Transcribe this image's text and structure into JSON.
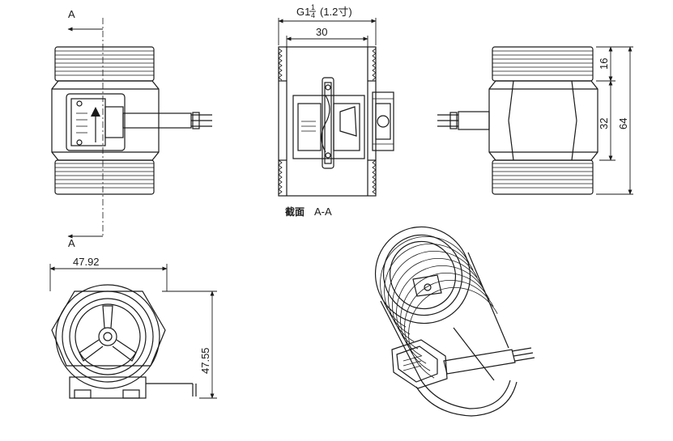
{
  "views": {
    "front": {
      "section_mark_top": "A",
      "section_mark_bottom": "A"
    },
    "section": {
      "thread_spec_main": "G1",
      "thread_spec_fraction_num": "1",
      "thread_spec_fraction_den": "4",
      "thread_spec_inch": "(1.2寸)",
      "inner_width": "30",
      "caption_cn": "截面",
      "caption_label": "A-A"
    },
    "side": {
      "dim_thread_length": "16",
      "dim_body_length": "32",
      "dim_total_length": "64"
    },
    "end": {
      "dim_width": "47.92",
      "dim_height": "47.55"
    }
  },
  "colors": {
    "line": "#1a1a1a",
    "background": "#ffffff"
  }
}
